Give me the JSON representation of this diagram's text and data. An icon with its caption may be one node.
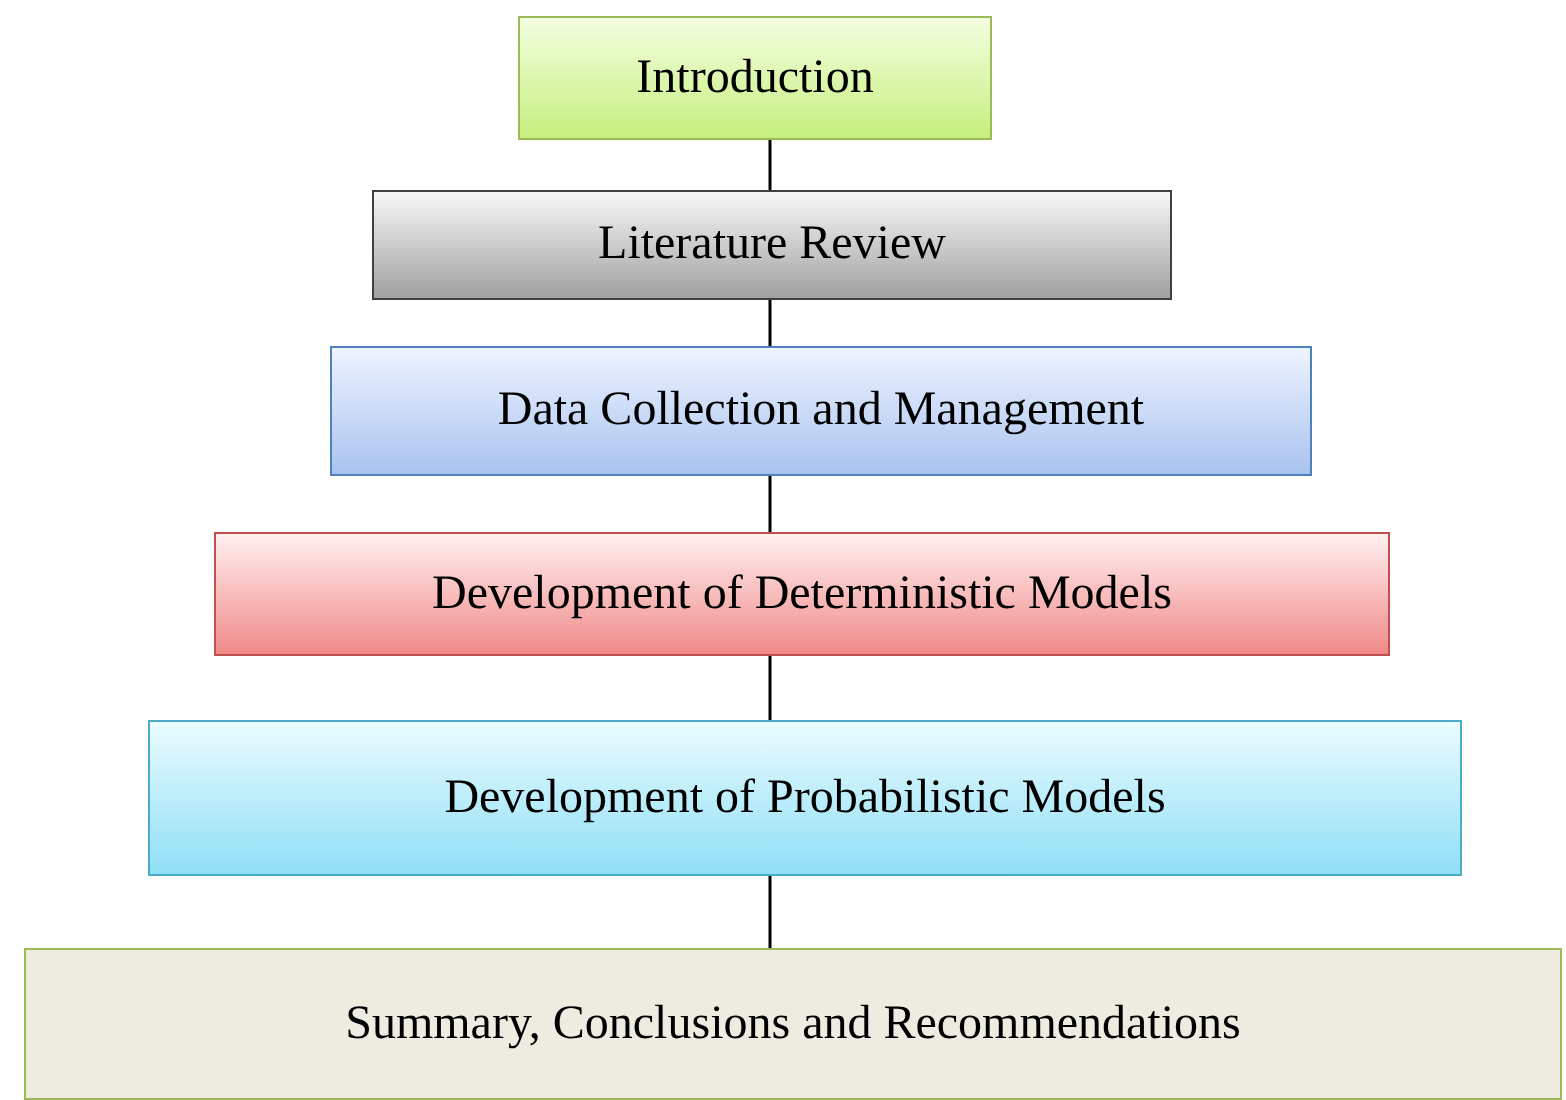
{
  "diagram": {
    "nodes": [
      {
        "text": [
          "Introduction"
        ]
      },
      {
        "text": [
          "Literature Review"
        ]
      },
      {
        "text": [
          "Data Collection and Management"
        ]
      },
      {
        "text": [
          "Development of Deterministic Models"
        ]
      },
      {
        "text": [
          "Development of Probabilistic Models"
        ]
      },
      {
        "text": [
          "Summary, Conclusions and Recommendations"
        ]
      }
    ],
    "edges": [
      {
        "from": 0,
        "to": 1,
        "arrow": "none"
      },
      {
        "from": 1,
        "to": 2,
        "arrow": "none"
      },
      {
        "from": 2,
        "to": 3,
        "arrow": "none"
      },
      {
        "from": 3,
        "to": 4,
        "arrow": "none"
      },
      {
        "from": 4,
        "to": 5,
        "arrow": "none"
      }
    ]
  }
}
